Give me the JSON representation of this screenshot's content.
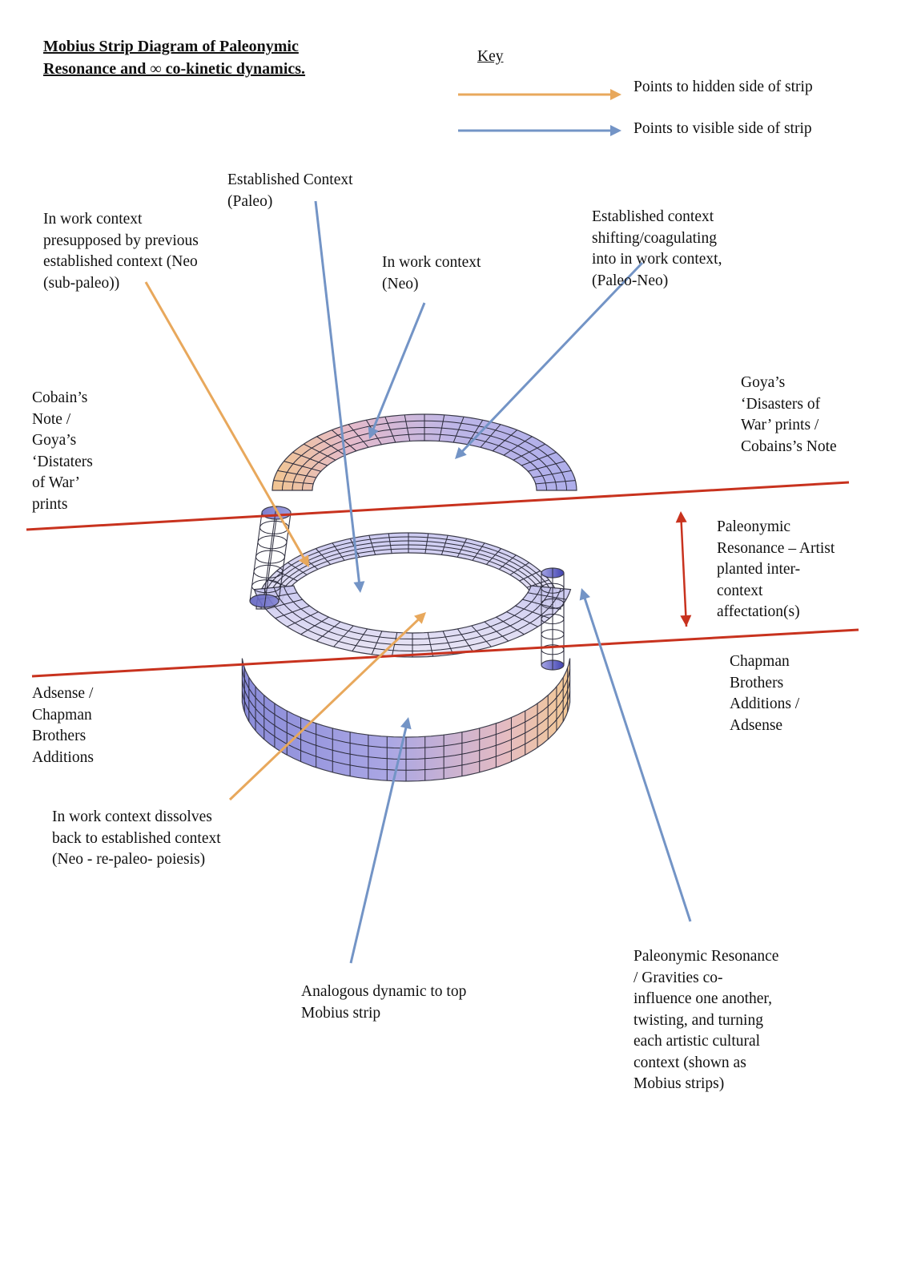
{
  "title": {
    "line1": "Mobius Strip Diagram of Paleonymic",
    "line2": "Resonance and ∞ co-kinetic dynamics."
  },
  "key": {
    "title": "Key",
    "hidden_label": "Points to hidden side of strip",
    "visible_label": "Points to visible side of strip",
    "hidden_color": "#e8a85c",
    "visible_color": "#7394c6"
  },
  "colors": {
    "boundary_line": "#c8321e",
    "strip_pink": "#e8b8c0",
    "strip_blue": "#8c8ee0",
    "strip_orange": "#f0c088",
    "grid": "#2a2a3a"
  },
  "labels": {
    "established_paleo": "Established Context\n      (Paleo)",
    "in_work_presupposed": "In work context\npresupposed by previous\nestablished context (Neo\n(sub-paleo))",
    "in_work_neo": "In work context\n(Neo)",
    "shifting": "Established context\nshifting/coagulating\ninto in work context,\n(Paleo-Neo)",
    "cobain_left": "Cobain’s\nNote /\nGoya’s\n‘Distaters\nof War’\nprints",
    "goya_right": "Goya’s\n‘Disasters of\nWar’ prints /\nCobains’s Note",
    "paleonymic_artist": "Paleonymic\nResonance – Artist\nplanted inter-\ncontext\naffectation(s)",
    "chapman_right": "Chapman\nBrothers\nAdditions /\nAdsense",
    "adsense_left": "Adsense /\nChapman\nBrothers\nAdditions",
    "dissolves": "In work context dissolves\nback to established context\n(Neo  - re-paleo- poiesis)",
    "analogous": "Analogous dynamic to top\nMobius strip",
    "gravities": "Paleonymic Resonance\n/ Gravities co-\ninfluence one another,\ntwisting, and turning\neach artistic cultural\ncontext (shown as\nMobius strips)"
  }
}
